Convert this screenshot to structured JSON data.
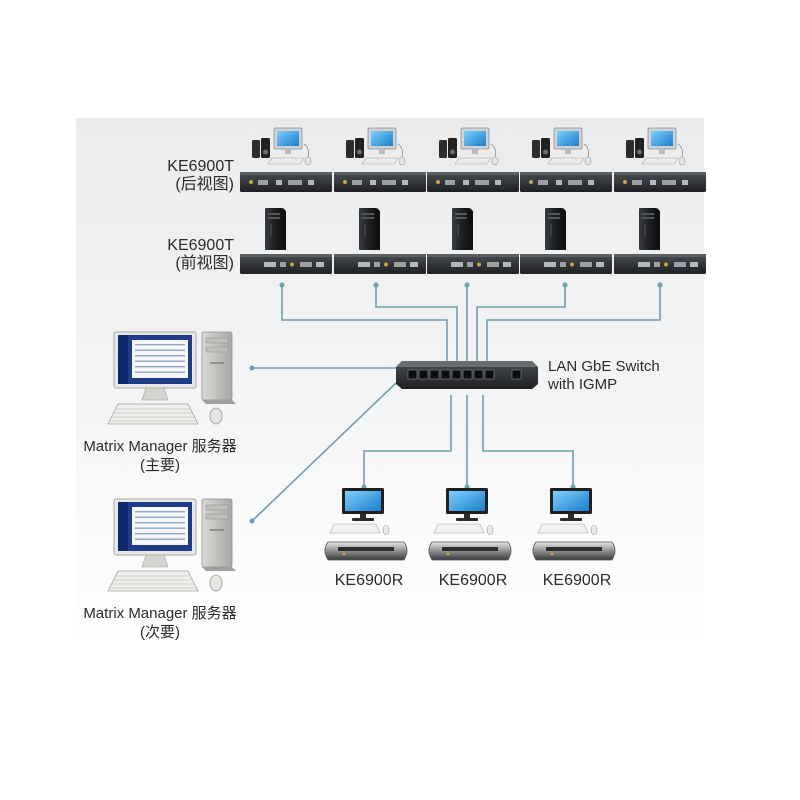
{
  "transmitter": {
    "rear_model": "KE6900T",
    "rear_view": "(后视图)",
    "front_model": "KE6900T",
    "front_view": "(前视图)"
  },
  "switch": {
    "line1": "LAN GbE Switch",
    "line2": "with IGMP"
  },
  "servers": [
    {
      "name": "Matrix Manager 服务器",
      "role": "(主要)"
    },
    {
      "name": "Matrix Manager 服务器",
      "role": "(次要)"
    }
  ],
  "receivers": [
    {
      "label": "KE6900R"
    },
    {
      "label": "KE6900R"
    },
    {
      "label": "KE6900R"
    }
  ],
  "colors": {
    "cable": "#6f9fae",
    "device_dark": "#2e3133",
    "screen": "#2a9ee0"
  }
}
